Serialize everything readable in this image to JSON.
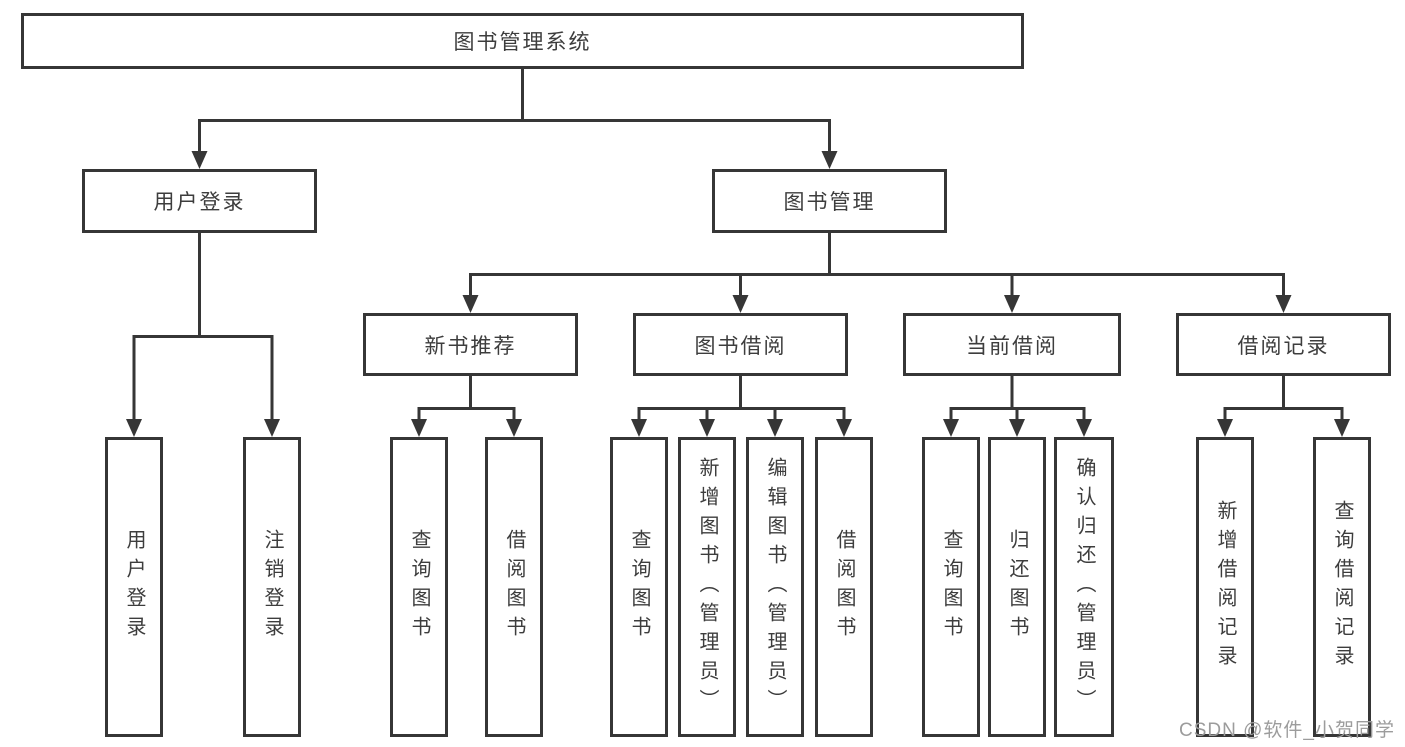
{
  "tree": {
    "root": "图书管理系统",
    "children": [
      {
        "label": "用户登录",
        "children": [
          "用户登录",
          "注销登录"
        ]
      },
      {
        "label": "图书管理",
        "children": [
          {
            "label": "新书推荐",
            "children": [
              "查询图书",
              "借阅图书"
            ]
          },
          {
            "label": "图书借阅",
            "children": [
              "查询图书",
              "新增图书（管理员）",
              "编辑图书（管理员）",
              "借阅图书"
            ]
          },
          {
            "label": "当前借阅",
            "children": [
              "查询图书",
              "归还图书",
              "确认归还（管理员）"
            ]
          },
          {
            "label": "借阅记录",
            "children": [
              "新增借阅记录",
              "查询借阅记录"
            ]
          }
        ]
      }
    ]
  },
  "watermark": {
    "text": "CSDN @软件_小贺同学"
  },
  "colors": {
    "line": "#363636",
    "text": "#3d3d3d",
    "watermark": "#9c9c9c",
    "background": "#ffffff"
  }
}
